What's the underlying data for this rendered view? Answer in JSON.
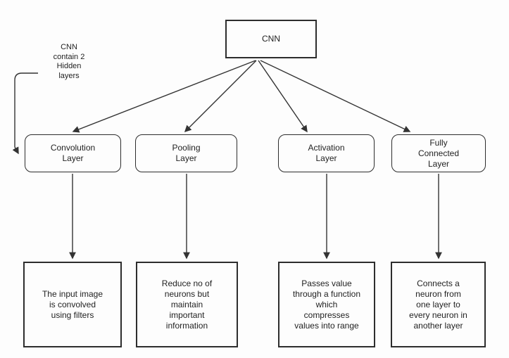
{
  "diagram": {
    "title": "CNN architecture flowchart",
    "root": {
      "label": "CNN"
    },
    "annotation": {
      "text": "CNN\ncontain 2\nHidden\nlayers"
    },
    "branches": [
      {
        "label": "Convolution\nLayer",
        "description": "The input image\nis convolved\nusing filters"
      },
      {
        "label": "Pooling\nLayer",
        "description": "Reduce no of\nneurons but\nmaintain\nimportant\ninformation"
      },
      {
        "label": "Activation\nLayer",
        "description": "Passes value\nthrough a function\nwhich\ncompresses\nvalues into range"
      },
      {
        "label": "Fully\nConnected\nLayer",
        "description": "Connects a\nneuron from\none layer to\nevery neuron in\nanother layer"
      }
    ],
    "colors": {
      "line": "#333333",
      "box_border": "#2d2d2d",
      "background": "#fdfdfd",
      "text": "#222222"
    }
  }
}
